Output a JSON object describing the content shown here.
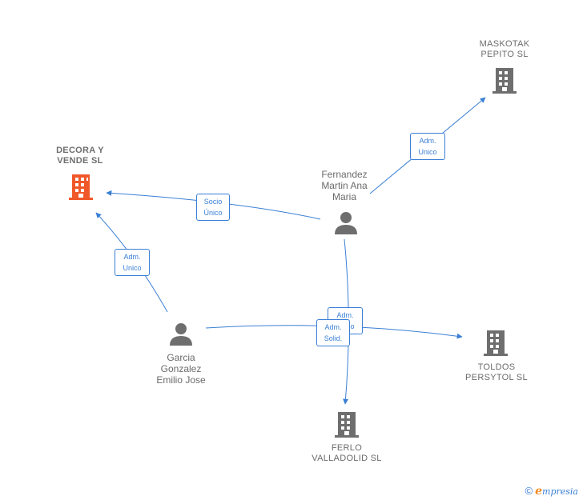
{
  "colors": {
    "edge": "#3a7fd5",
    "company_main": "#f0582a",
    "company": "#6e6e6e",
    "person": "#6e6e6e"
  },
  "nodes": {
    "decora": {
      "label": "DECORA Y\nVENDE  SL",
      "type": "company-main",
      "icon": "building-icon"
    },
    "maskotak": {
      "label": "MASKOTAK\nPEPITO  SL",
      "type": "company",
      "icon": "building-icon"
    },
    "fernandez": {
      "label": "Fernandez\nMartin Ana\nMaria",
      "type": "person",
      "icon": "person-icon"
    },
    "garcia": {
      "label": "Garcia\nGonzalez\nEmilio Jose",
      "type": "person",
      "icon": "person-icon"
    },
    "toldos": {
      "label": "TOLDOS\nPERSYTOL  SL",
      "type": "company",
      "icon": "building-icon"
    },
    "ferlo": {
      "label": "FERLO\nVALLADOLID SL",
      "type": "company",
      "icon": "building-icon"
    }
  },
  "edges": {
    "fernandez_maskotak": "Adm.\nUnico",
    "fernandez_decora": "Socio\nÚnico",
    "garcia_decora": "Adm.\nUnico",
    "fernandez_toldos": "Adm.\nUnico",
    "garcia_toldos": "Adm.\nSolid."
  },
  "footer": {
    "copyright": "©",
    "brand_first": "e",
    "brand_rest": "mpresia"
  }
}
